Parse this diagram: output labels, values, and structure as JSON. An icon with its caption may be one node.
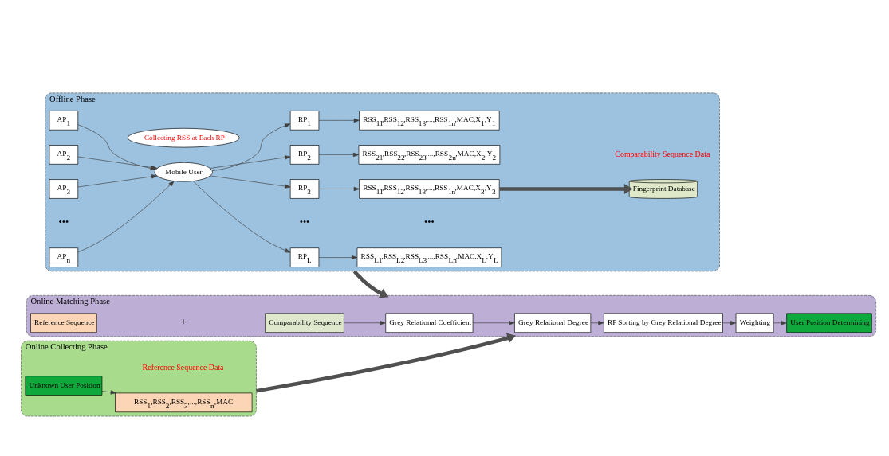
{
  "diagram": {
    "nodes": [
      {
        "text": [
          "Offline Phase"
        ]
      },
      {
        "text": [
          "AP$_{1}$"
        ],
        "in": 0
      },
      {
        "text": [
          "AP$_{2}$"
        ],
        "in": 0
      },
      {
        "text": [
          "AP$_{3}$"
        ],
        "in": 0
      },
      {
        "text": [
          "AP$_{n}$"
        ],
        "in": 0
      },
      {
        "text": [
          "Collecting RSS at Each RP"
        ],
        "in": 0
      },
      {
        "text": [
          "Mobile User"
        ],
        "in": 0
      },
      {
        "text": [
          "RP$_{1}$"
        ],
        "in": 0
      },
      {
        "text": [
          "RP$_{2}$"
        ],
        "in": 0
      },
      {
        "text": [
          "RP$_{3}$"
        ],
        "in": 0
      },
      {
        "text": [
          "RP$_{L}$"
        ],
        "in": 0
      },
      {
        "text": [
          "RSS$_{11}$,RSS$_{12}$,RSS$_{13}$,...,RSS$_{1n}$,MAC,X$_{1}$,Y$_{1}$"
        ],
        "in": 0
      },
      {
        "text": [
          "RSS$_{21}$,RSS$_{22}$,RSS$_{23}$,...,RSS$_{2n}$,MAC,X$_{2}$,Y$_{2}$"
        ],
        "in": 0
      },
      {
        "text": [
          "RSS$_{11}$,RSS$_{12}$,RSS$_{13}$,...,RSS$_{1n}$,MAC,X$_{3}$,Y$_{3}$"
        ],
        "in": 0
      },
      {
        "text": [
          "RSS$_{L1}$,RSS$_{L2}$,RSS$_{L3}$,...,RSS$_{Ln}$,MAC,X$_{L}$,Y$_{L}$"
        ],
        "in": 0
      },
      {
        "text": [
          "Fingerprint Database"
        ],
        "beside": [
          "Comparability Sequence Data"
        ],
        "in": 0
      },
      {
        "text": [
          "Online Matching Phase"
        ]
      },
      {
        "text": [
          "Reference Sequence"
        ],
        "in": 16
      },
      {
        "text": [
          "Comparability Sequence"
        ],
        "in": 16
      },
      {
        "text": [
          "Grey Relational Coefficient"
        ],
        "in": 16
      },
      {
        "text": [
          "Grey Relational Degree"
        ],
        "in": 16
      },
      {
        "text": [
          "RP Sorting by Grey Relational Degree"
        ],
        "in": 16
      },
      {
        "text": [
          "Weighting"
        ],
        "in": 16
      },
      {
        "text": [
          "User Position Determining"
        ],
        "in": 16
      },
      {
        "text": [
          "Online Collecting Phase"
        ]
      },
      {
        "text": [
          "Unknown User Position"
        ],
        "in": 24
      },
      {
        "text": [
          "RSS$_{1}$,RSS$_{2}$,RSS$_{3}$,...,RSS$_{n}$,MAC"
        ],
        "beside": [
          "Reference Sequence Data"
        ],
        "in": 24
      }
    ],
    "edges": [
      {
        "from": 1,
        "to": 6,
        "arrow": "to"
      },
      {
        "from": 2,
        "to": 6,
        "arrow": "to"
      },
      {
        "from": 3,
        "to": 6,
        "arrow": "to"
      },
      {
        "from": 4,
        "to": 6,
        "arrow": "to"
      },
      {
        "from": 6,
        "to": 7,
        "arrow": "to"
      },
      {
        "from": 6,
        "to": 8,
        "arrow": "to"
      },
      {
        "from": 6,
        "to": 9,
        "arrow": "to"
      },
      {
        "from": 6,
        "to": 10,
        "arrow": "to"
      },
      {
        "from": 7,
        "to": 11,
        "arrow": "to"
      },
      {
        "from": 8,
        "to": 12,
        "arrow": "to"
      },
      {
        "from": 9,
        "to": 13,
        "arrow": "to"
      },
      {
        "from": 10,
        "to": 14,
        "arrow": "to"
      },
      {
        "from": 13,
        "to": 15,
        "arrow": "to",
        "style": "thick"
      },
      {
        "from": 0,
        "to": 16,
        "arrow": "to",
        "style": "thick"
      },
      {
        "from": 18,
        "to": 19,
        "arrow": "to"
      },
      {
        "from": 19,
        "to": 20,
        "arrow": "to"
      },
      {
        "from": 20,
        "to": 21,
        "arrow": "to"
      },
      {
        "from": 21,
        "to": 22,
        "arrow": "to"
      },
      {
        "from": 22,
        "to": 23,
        "arrow": "to"
      },
      {
        "from": 24,
        "to": 16,
        "arrow": "to",
        "style": "thick"
      },
      {
        "from": 25,
        "to": 26,
        "arrow": "to"
      }
    ],
    "labels": [
      "•••",
      "•••",
      "•••",
      "+"
    ]
  }
}
